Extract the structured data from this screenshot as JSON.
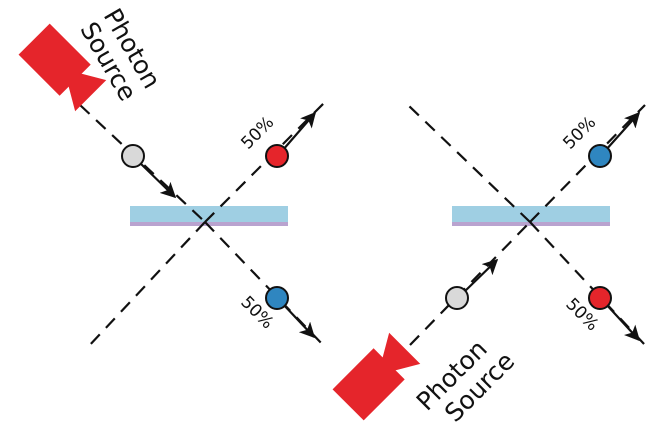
{
  "colors": {
    "source_red": "#e5252b",
    "splitter_blue": "#9fcfe3",
    "splitter_purple": "#b9a3cf",
    "photon_grey": "#d9d9d9",
    "photon_red": "#e5252b",
    "photon_blue": "#2f86c0",
    "path_black": "#111111"
  },
  "icons": [
    "photon-source-icon",
    "beam-splitter-icon",
    "photon-dot-icon",
    "arrow-icon"
  ],
  "left_panel": {
    "source_label_line1": "Photon",
    "source_label_line2": "Source",
    "upper_output": "50%",
    "lower_output": "50%",
    "upper_photon": "red",
    "lower_photon": "blue",
    "incoming_photon": "grey"
  },
  "right_panel": {
    "source_label_line1": "Photon",
    "source_label_line2": "Source",
    "upper_output": "50%",
    "lower_output": "50%",
    "upper_photon": "blue",
    "lower_photon": "red",
    "incoming_photon": "grey"
  }
}
